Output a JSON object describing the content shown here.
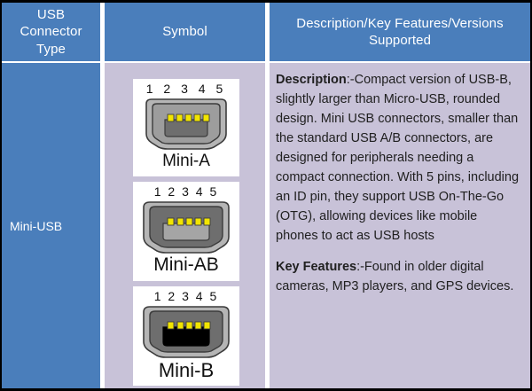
{
  "table": {
    "headers": {
      "type": "USB\nConnector\nType",
      "type_lines": [
        "USB",
        "Connector",
        "Type"
      ],
      "symbol": "Symbol",
      "description": "Description/Key Features/Versions Supported"
    },
    "accent_color": "#4a7ebb",
    "body_color": "#c8c2d8",
    "row": {
      "connector_type": "Mini-USB",
      "symbols": [
        {
          "pins": "1 2 3 4 5",
          "label": "Mini-A",
          "shell_fill": "#9d9d9d",
          "cavity_fill": "#6e6e6e",
          "pin_color": "#f2e500"
        },
        {
          "pins": "1 2 3 4 5",
          "label": "Mini-AB",
          "shell_fill": "#6e6e6e",
          "cavity_fill": "#a5a5a5",
          "pin_color": "#f2e500"
        },
        {
          "pins": "1 2 3 4 5",
          "label": "Mini-B",
          "shell_fill": "#6e6e6e",
          "cavity_fill": "#000000",
          "pin_color": "#f2e500"
        }
      ],
      "description_heading": "Description",
      "description_body": ":-Compact version of USB-B, slightly larger than Micro-USB, rounded design. Mini USB connectors, smaller than the standard USB A/B connectors, are designed for peripherals needing a compact connection. With 5 pins, including an ID pin, they support USB On-The-Go (OTG), allowing devices like mobile phones to act as USB hosts",
      "key_features_heading": "Key Features",
      "key_features_body": ":-Found in older digital cameras, MP3 players, and GPS devices."
    }
  }
}
